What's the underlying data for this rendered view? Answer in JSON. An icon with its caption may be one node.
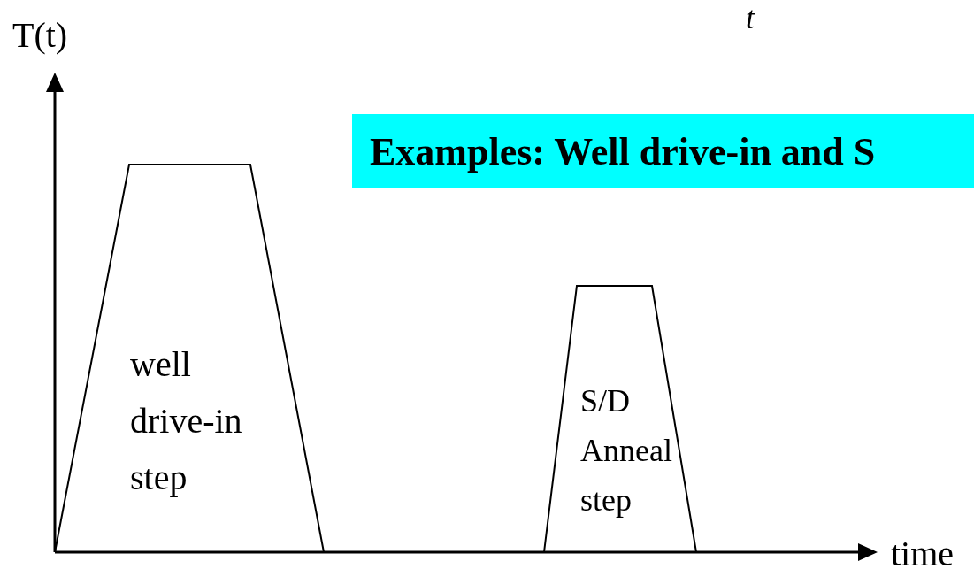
{
  "diagram": {
    "nodes": [
      {
        "text": [
          "well drive-in step"
        ]
      },
      {
        "text": [
          "S/D Anneal step"
        ]
      }
    ],
    "labels": [
      "t",
      "T(t)",
      "Examples: Well drive-in and S",
      "time"
    ]
  }
}
